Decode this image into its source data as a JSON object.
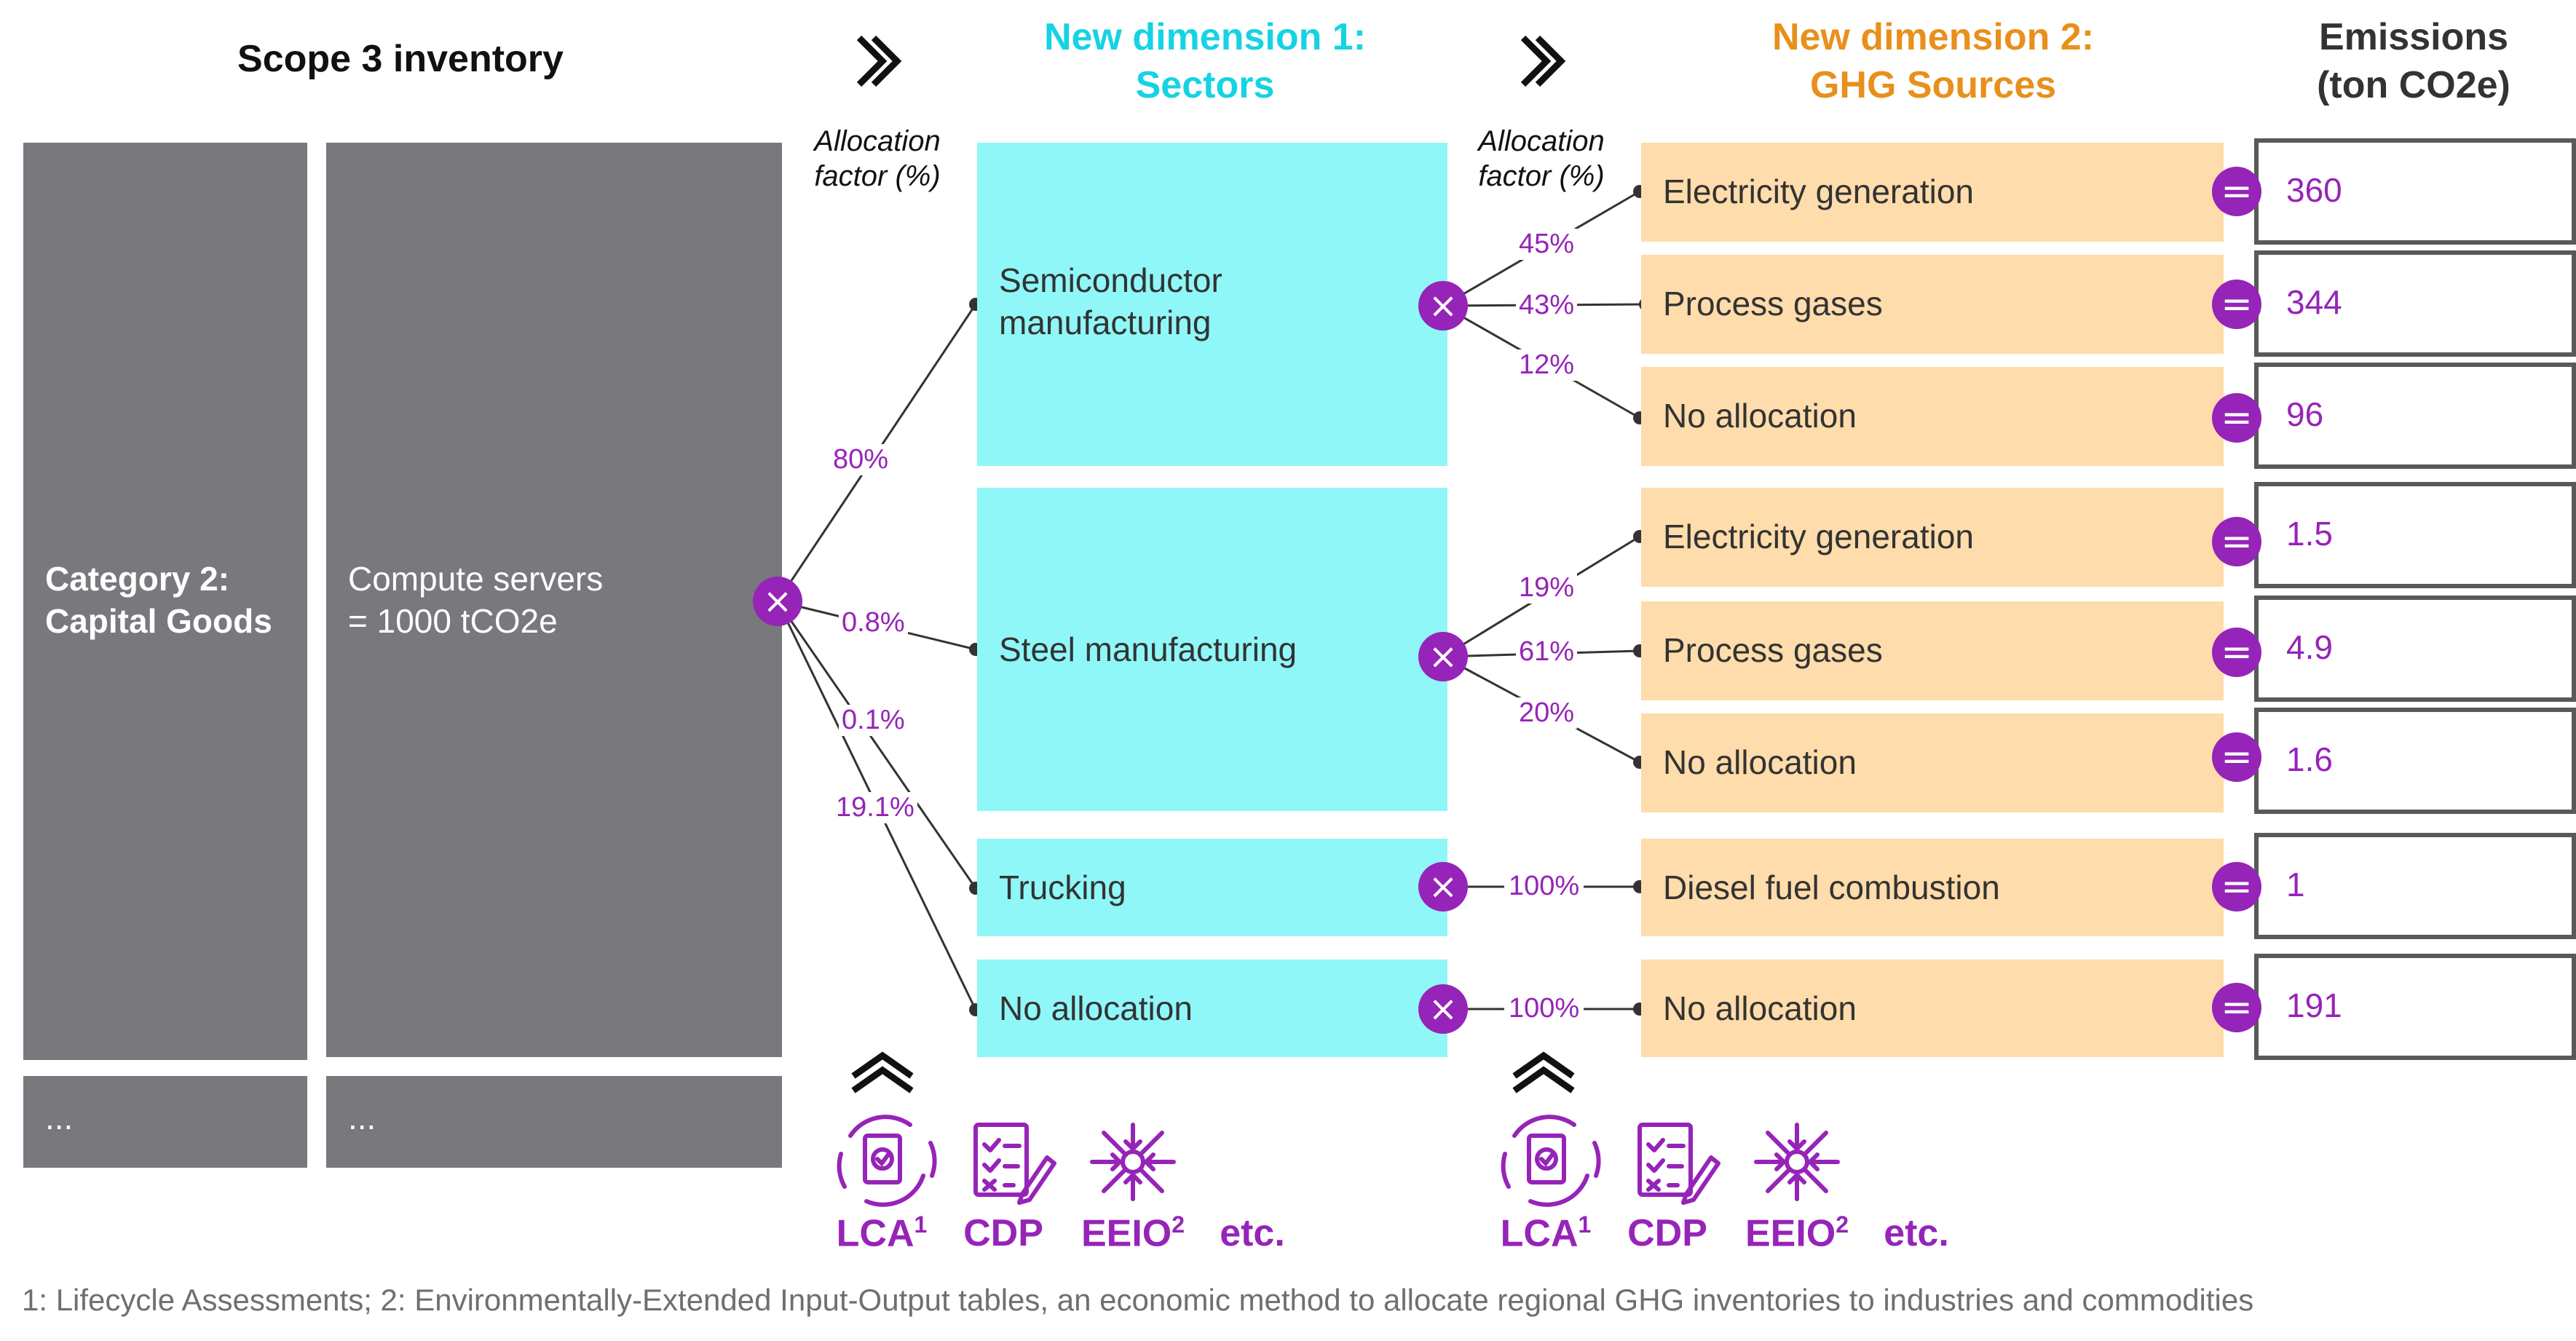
{
  "headings": {
    "scope3": "Scope 3 inventory",
    "dim1_line1": "New dimension 1:",
    "dim1_line2": "Sectors",
    "dim2_line1": "New dimension 2:",
    "dim2_line2": "GHG Sources",
    "emissions_line1": "Emissions",
    "emissions_line2": "(ton CO2e)",
    "alloc1_line1": "Allocation",
    "alloc1_line2": "factor (%)",
    "alloc2_line1": "Allocation",
    "alloc2_line2": "factor (%)"
  },
  "inventory": {
    "category_line1": "Category 2:",
    "category_line2": "Capital Goods",
    "item_line1": "Compute servers",
    "item_line2": "= 1000 tCO2e",
    "more1": "...",
    "more2": "..."
  },
  "sectors": [
    {
      "line1": "Semiconductor",
      "line2": "manufacturing",
      "factor": "80%"
    },
    {
      "line1": "Steel manufacturing",
      "line2": "",
      "factor": "0.8%"
    },
    {
      "line1": "Trucking",
      "line2": "",
      "factor": "0.1%"
    },
    {
      "line1": "No allocation",
      "line2": "",
      "factor": "19.1%"
    }
  ],
  "ghg_rows": [
    {
      "source": "Electricity generation",
      "factor": "45%",
      "emissions": "360"
    },
    {
      "source": "Process gases",
      "factor": "43%",
      "emissions": "344"
    },
    {
      "source": "No allocation",
      "factor": "12%",
      "emissions": "96"
    },
    {
      "source": "Electricity generation",
      "factor": "19%",
      "emissions": "1.5"
    },
    {
      "source": "Process gases",
      "factor": "61%",
      "emissions": "4.9"
    },
    {
      "source": "No allocation",
      "factor": "20%",
      "emissions": "1.6"
    },
    {
      "source": "Diesel fuel combustion",
      "factor": "100%",
      "emissions": "1"
    },
    {
      "source": "No allocation",
      "factor": "100%",
      "emissions": "191"
    }
  ],
  "operators": {
    "multiply": "×",
    "equals": "="
  },
  "data_sources": [
    {
      "label": "LCA",
      "sup": "1",
      "icon": "lca-icon"
    },
    {
      "label": "CDP",
      "sup": "",
      "icon": "cdp-checklist-icon"
    },
    {
      "label": "EEIO",
      "sup": "2",
      "icon": "eeio-icon"
    },
    {
      "label": "etc.",
      "sup": "",
      "icon": ""
    }
  ],
  "footnote": "1: Lifecycle Assessments; 2: Environmentally-Extended Input-Output tables, an economic method to allocate regional GHG inventories to industries and commodities",
  "colors": {
    "gray": "#79787c",
    "cyan": "#8ff7f8",
    "cyan_text": "#16d3e3",
    "peach": "#fedcab",
    "orange_text": "#e8901c",
    "purple": "#9624b8",
    "border": "#595959"
  }
}
